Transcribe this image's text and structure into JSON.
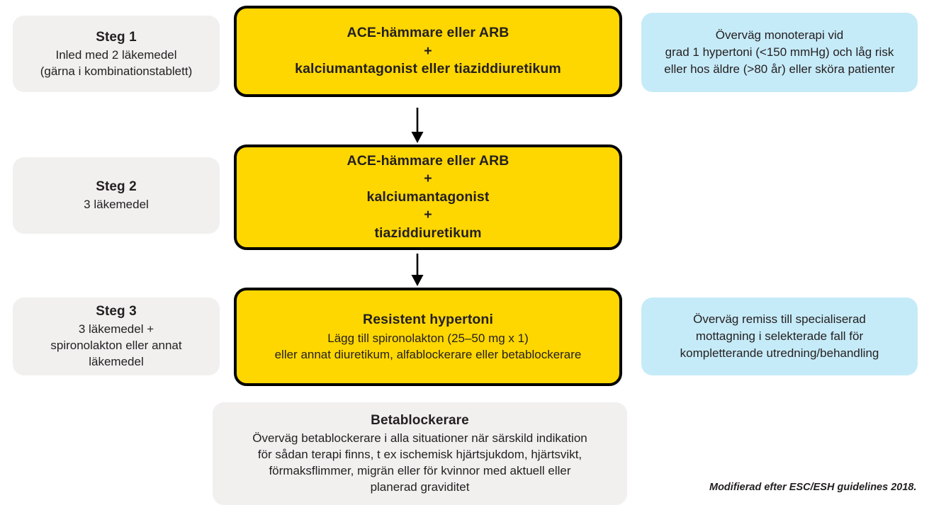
{
  "figure": {
    "kind": "treatment-algorithm-flowchart",
    "language": "sv",
    "footer_note": "Modifierad efter ESC/ESH guidelines 2018."
  },
  "colors": {
    "yellow": "#FFD700",
    "blue": "#C6EBF8",
    "gray": "#F1F0EF",
    "outline": "#000000",
    "text": "#231F20"
  },
  "steps": [
    {
      "id": "steg-1",
      "label": "Steg 1",
      "desc_line1": "Inled med 2 läkemedel",
      "desc_line2": "(gärna i kombinationstablett)"
    },
    {
      "id": "steg-2",
      "label": "Steg 2",
      "desc_line1": "3 läkemedel",
      "desc_line2": ""
    },
    {
      "id": "steg-3",
      "label": "Steg 3",
      "desc_line1": "3 läkemedel +",
      "desc_line2": "spironolakton eller annat",
      "desc_line3": "läkemedel"
    }
  ],
  "treatments": [
    {
      "id": "treatment-1",
      "lines": [
        "ACE-hämmare eller ARB",
        "+",
        "kalciumantagonist eller tiaziddiuretikum"
      ]
    },
    {
      "id": "treatment-2",
      "lines": [
        "ACE-hämmare eller ARB",
        "+",
        "kalciumantagonist",
        "+",
        "tiaziddiuretikum"
      ]
    },
    {
      "id": "treatment-3",
      "heading": "Resistent hypertoni",
      "lines": [
        "Lägg till spironolakton (25–50 mg x 1)",
        "eller annat diuretikum, alfablockerare eller betablockerare"
      ]
    }
  ],
  "notes": [
    {
      "id": "note-1",
      "line1": "Överväg monoterapi vid",
      "line2": "grad 1 hypertoni (<150 mmHg) och låg risk",
      "line3": "eller hos äldre (>80 år) eller sköra patienter"
    },
    {
      "id": "note-2",
      "line1": "Överväg remiss till specialiserad",
      "line2": "mottagning i selekterade fall för",
      "line3": "kompletterande utredning/behandling"
    }
  ],
  "betablockerare": {
    "heading": "Betablockerare",
    "line1": "Överväg betablockerare i alla situationer när särskild indikation",
    "line2": "för sådan terapi finns, t ex ischemisk hjärtsjukdom, hjärtsvikt,",
    "line3": "förmaksflimmer, migrän eller för kvinnor med aktuell eller",
    "line4": "planerad graviditet"
  },
  "connectors": [
    {
      "id": "arrow-step1-to-step2",
      "icon": "down-arrow-icon"
    },
    {
      "id": "arrow-step2-to-step3",
      "icon": "down-arrow-icon"
    }
  ]
}
